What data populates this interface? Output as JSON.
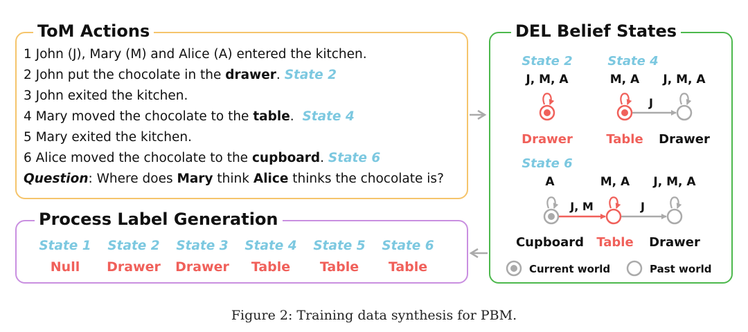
{
  "tom_actions": {
    "title": "ToM Actions",
    "lines": [
      {
        "pre": "1 John (J), Mary (M) and Alice (A) entered the kitchen.",
        "bold": "",
        "post": "",
        "state": ""
      },
      {
        "pre": "2 John put the chocolate in the ",
        "bold": "drawer",
        "post": ". ",
        "state": "State 2"
      },
      {
        "pre": "3 John exited the kitchen.",
        "bold": "",
        "post": "",
        "state": ""
      },
      {
        "pre": "4 Mary moved the chocolate to the ",
        "bold": "table",
        "post": ".  ",
        "state": "State 4"
      },
      {
        "pre": "5 Mary exited the kitchen.",
        "bold": "",
        "post": "",
        "state": ""
      },
      {
        "pre": "6 Alice moved the chocolate to the ",
        "bold": "cupboard",
        "post": ". ",
        "state": "State 6"
      }
    ],
    "question": {
      "label": "Question",
      "parts": [
        ": Where does ",
        "Mary",
        " think ",
        "Alice",
        " thinks the chocolate is?"
      ]
    }
  },
  "process_label_generation": {
    "title": "Process Label Generation",
    "labels": [
      {
        "state": "State 1",
        "value": "Null"
      },
      {
        "state": "State 2",
        "value": "Drawer"
      },
      {
        "state": "State 3",
        "value": "Drawer"
      },
      {
        "state": "State 4",
        "value": "Table"
      },
      {
        "state": "State 5",
        "value": "Table"
      },
      {
        "state": "State 6",
        "value": "Table"
      }
    ]
  },
  "del_belief_states": {
    "title": "DEL Belief States",
    "state2": {
      "name": "State 2",
      "agents": [
        "J, M, A"
      ],
      "worlds": [
        "Drawer"
      ],
      "edges": []
    },
    "state4": {
      "name": "State 4",
      "agents": [
        "M, A",
        "J, M, A"
      ],
      "worlds": [
        "Table",
        "Drawer"
      ],
      "edges": [
        "J"
      ]
    },
    "state6": {
      "name": "State 6",
      "agents": [
        "A",
        "M, A",
        "J, M, A"
      ],
      "worlds": [
        "Cupboard",
        "Table",
        "Drawer"
      ],
      "edges": [
        "J, M",
        "J"
      ]
    },
    "legend": {
      "current": "Current world",
      "past": "Past world"
    }
  },
  "colors": {
    "state_text": "#7cc8e0",
    "highlight": "#f0605a",
    "past_world": "#aaaaaa",
    "tom_border": "#f5c46b",
    "plg_border": "#c98fe0",
    "del_border": "#4cb84c"
  },
  "caption": "Figure 2: Training data synthesis for PBM."
}
